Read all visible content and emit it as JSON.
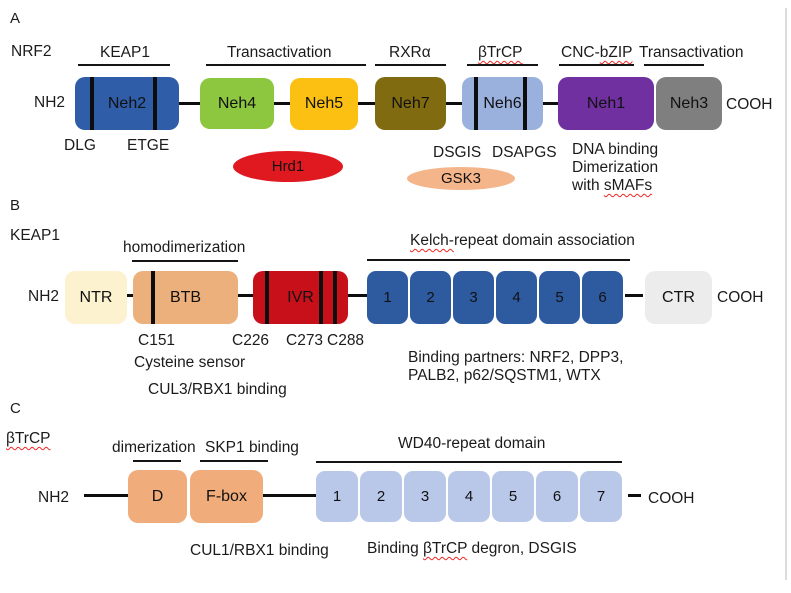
{
  "colors": {
    "neh2": "#2f5da8",
    "neh4": "#8dc63f",
    "neh5": "#fcc013",
    "neh7": "#816b11",
    "neh6": "#9ab0dd",
    "neh1": "#7030a0",
    "neh3": "#7f7f7f",
    "hrd1_ellipse": "#e01820",
    "gsk3_ellipse": "#f4b58a",
    "ntr": "#fdf2d0",
    "btb": "#ecb07d",
    "ivr": "#c8101b",
    "kelch_repeat": "#2e5ba0",
    "ctr": "#ececec",
    "d_fbox": "#f0ad7b",
    "wd40_repeat": "#b9c8e9",
    "squiggle": "#ee2724",
    "line": "#141414"
  },
  "panel_a": {
    "letter": "A",
    "protein": "NRF2",
    "n_terminus": "NH2",
    "c_terminus": "COOH",
    "overlines": {
      "keap1": "KEAP1",
      "transactivation_1": "Transactivation",
      "rxra": "RXRα",
      "btrcp": "βTrCP",
      "cnc_prefix": "CNC-",
      "cnc_wavy": "bZIP",
      "transactivation_2": "Transactivation"
    },
    "domains": {
      "neh2": "Neh2",
      "neh4": "Neh4",
      "neh5": "Neh5",
      "neh7": "Neh7",
      "neh6": "Neh6",
      "neh1": "Neh1",
      "neh3": "Neh3"
    },
    "motifs": {
      "dlg": "DLG",
      "etge": "ETGE",
      "dsgis": "DSGIS",
      "dsapgs": "DSAPGS"
    },
    "enzymes": {
      "hrd1": "Hrd1",
      "gsk3": "GSK3"
    },
    "neh1_notes": {
      "line1": "DNA binding",
      "line2": "Dimerization",
      "line3_prefix": "with ",
      "line3_wavy": "sMAFs"
    }
  },
  "panel_b": {
    "letter": "B",
    "protein": "KEAP1",
    "n_terminus": "NH2",
    "c_terminus": "COOH",
    "overlines": {
      "homodimerization": "homodimerization",
      "kelch_wavy": "Kelch-",
      "kelch_rest": "repeat domain association"
    },
    "domains": {
      "ntr": "NTR",
      "btb": "BTB",
      "ivr": "IVR",
      "ctr": "CTR"
    },
    "kelch_repeats": [
      "1",
      "2",
      "3",
      "4",
      "5",
      "6"
    ],
    "cysteines": {
      "c151": "C151",
      "c226": "C226",
      "c273": "C273",
      "c288": "C288"
    },
    "notes": {
      "cysteine_sensor": "Cysteine sensor",
      "cul3": "CUL3/RBX1 binding",
      "partners_line1": "Binding partners: NRF2, DPP3,",
      "partners_line2": "PALB2, p62/SQSTM1, WTX"
    }
  },
  "panel_c": {
    "letter": "C",
    "protein": "βTrCP",
    "n_terminus": "NH2",
    "c_terminus": "COOH",
    "overlines": {
      "dimerization": "dimerization",
      "skp1": "SKP1 binding",
      "wd40": "WD40-repeat domain"
    },
    "domains": {
      "d": "D",
      "fbox": "F-box"
    },
    "wd40_repeats": [
      "1",
      "2",
      "3",
      "4",
      "5",
      "6",
      "7"
    ],
    "notes": {
      "cul1": "CUL1/RBX1 binding",
      "degron_prefix": "Binding ",
      "degron_wavy": "βTrCP",
      "degron_suffix": " degron, DSGIS"
    }
  }
}
